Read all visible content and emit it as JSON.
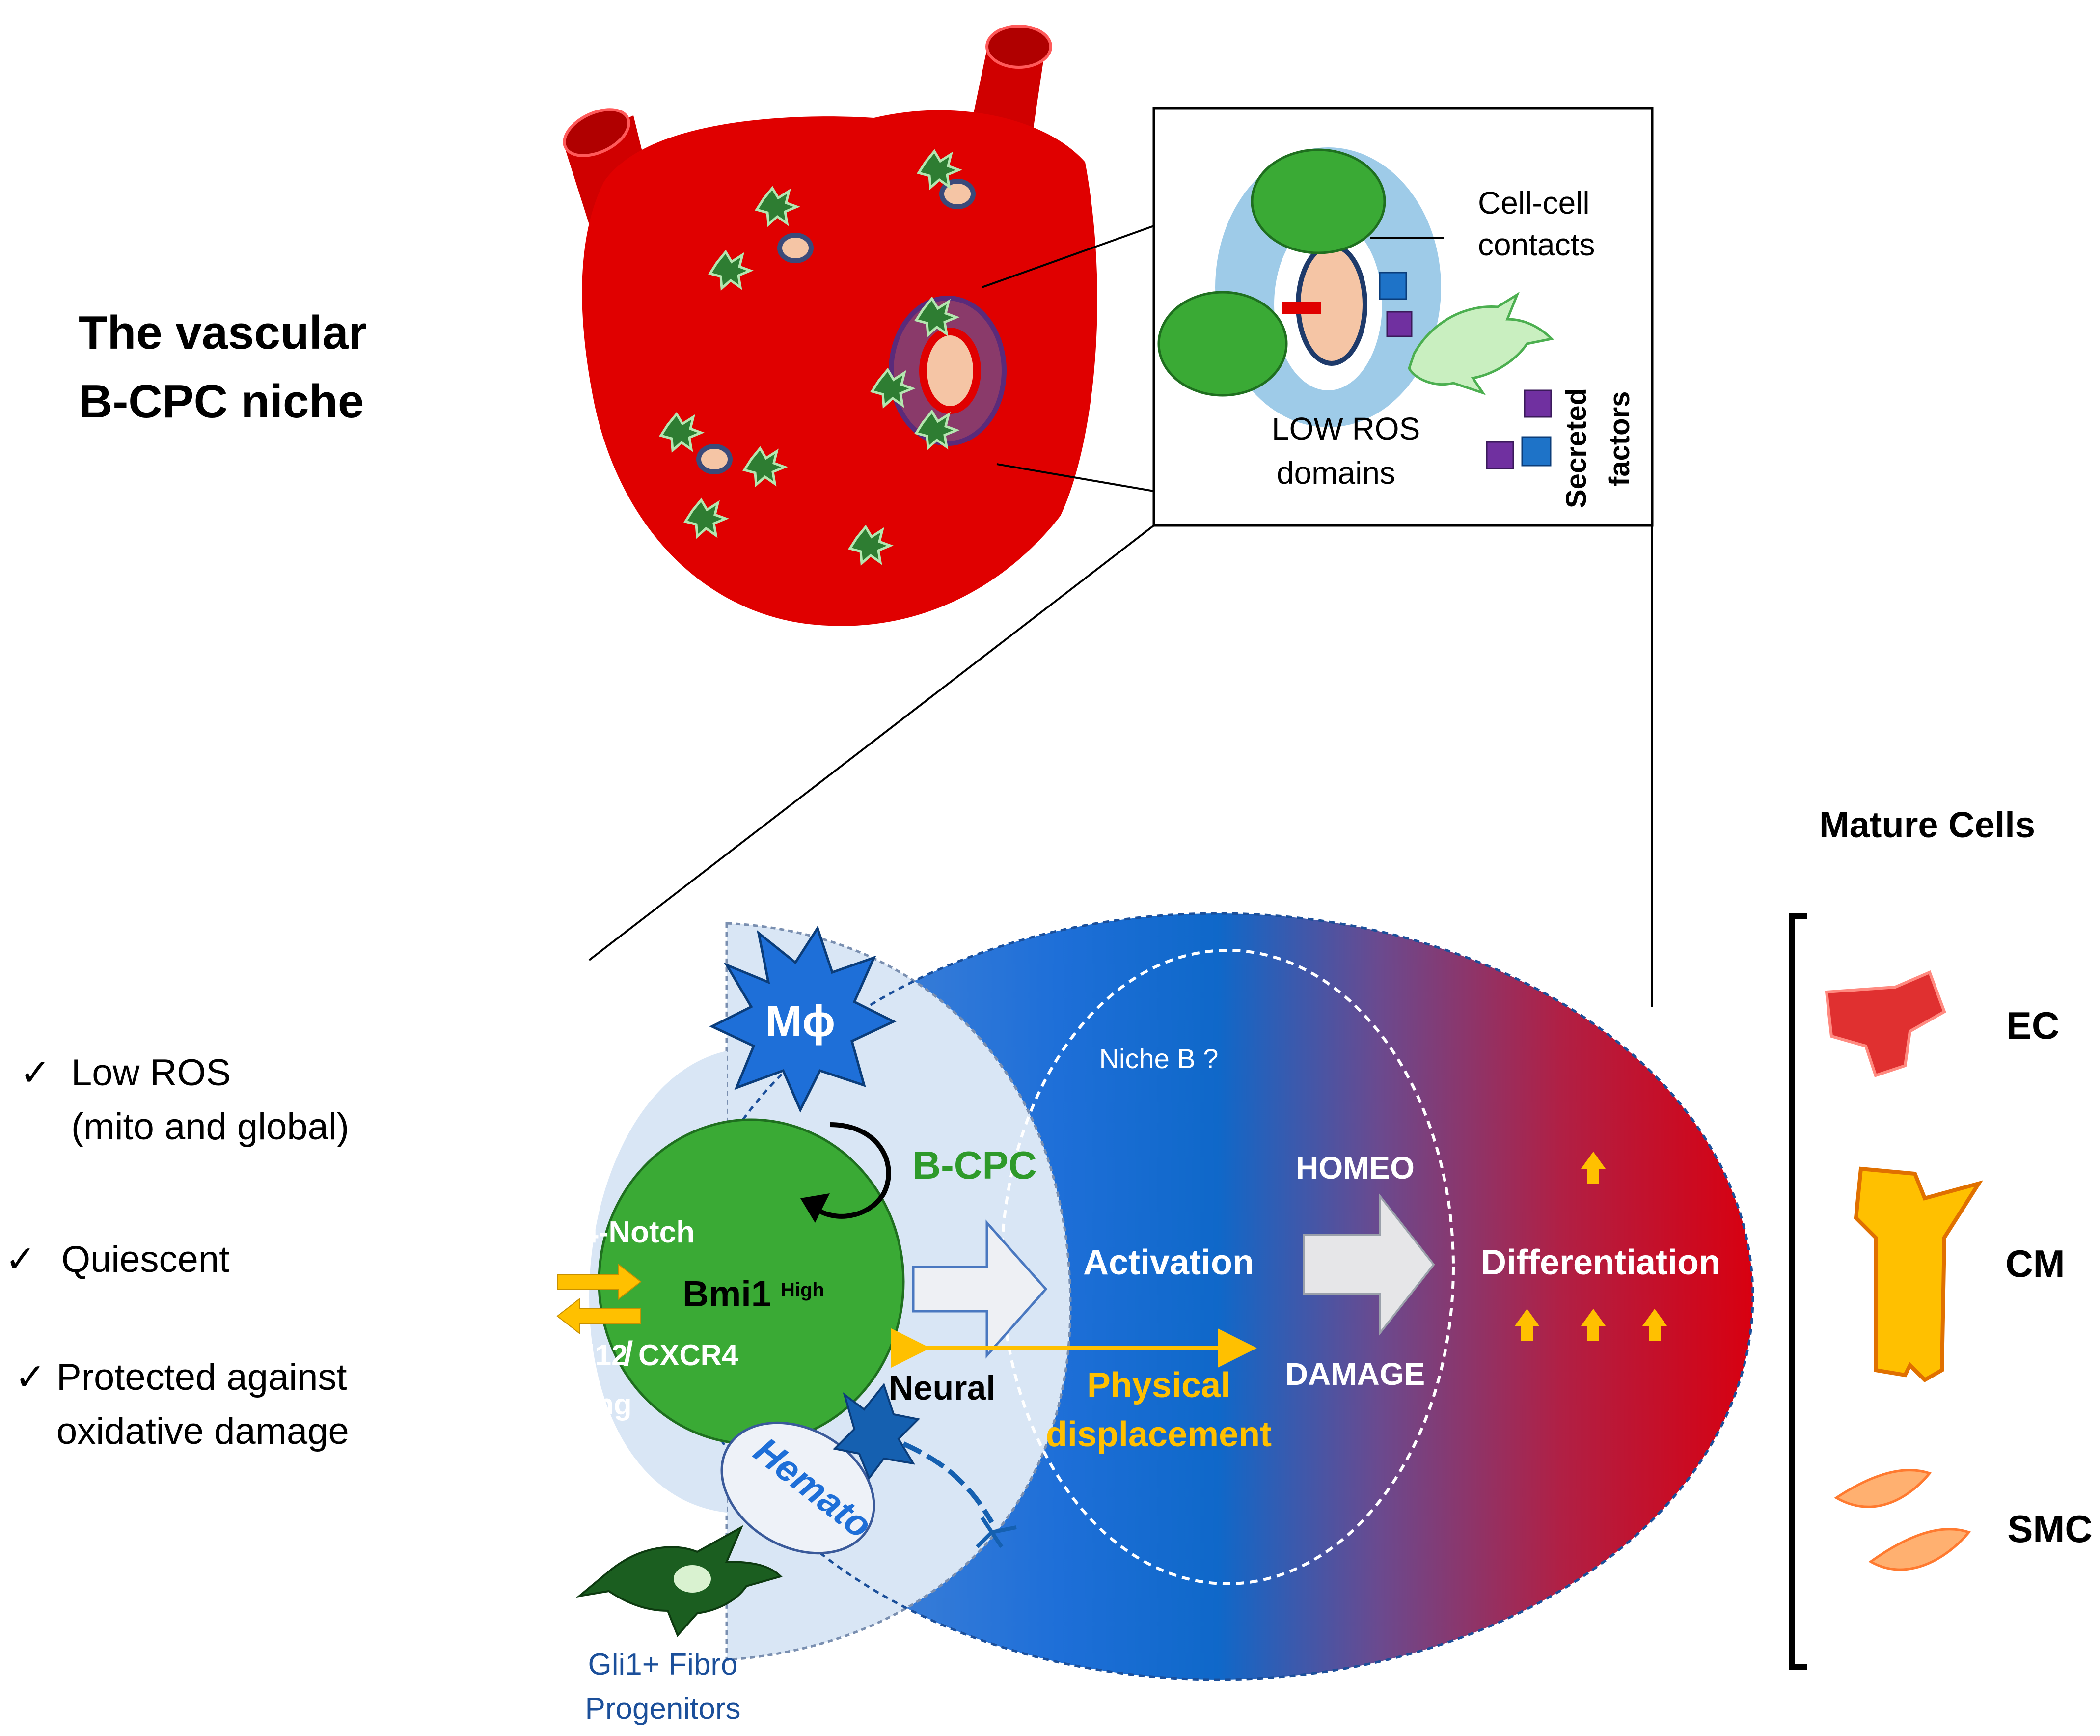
{
  "title": {
    "line1": "The vascular",
    "line2": "B-CPC niche"
  },
  "inset": {
    "cell_contacts_line1": "Cell-cell",
    "cell_contacts_line2": "contacts",
    "low_ros_line1": "LOW ROS",
    "low_ros_line2": "domains",
    "secreted_line1": "Secreted",
    "secreted_line2": "factors"
  },
  "properties": [
    {
      "check": "✓",
      "line1": "Low ROS",
      "line2": "(mito and global)"
    },
    {
      "check": "✓",
      "line1": "Quiescent",
      "line2": ""
    },
    {
      "check": "✓",
      "line1": "Protected against",
      "line2": "oxidative damage"
    }
  ],
  "niche": {
    "ec": "EC",
    "macrophage": "Mϕ",
    "bcpc": "B-CPC",
    "dll4": "Dll4-Notch",
    "bmi1": "Bmi1",
    "bmi1_sup": "High",
    "cxcl12": "Cxcl12",
    "slash": "/",
    "cxcr4": "CXCR4",
    "ang": "Ang",
    "neural": "Neural",
    "hemato": "Hemato",
    "gli1_line1": "Gli1+ Fibro",
    "gli1_line2": "Progenitors",
    "niche_b": "Niche B ?",
    "homeo": "HOMEO",
    "activation": "Activation",
    "damage": "DAMAGE",
    "differentiation": "Differentiation",
    "physical_line1": "Physical",
    "physical_line2": "displacement"
  },
  "mature": {
    "title": "Mature Cells",
    "ec": "EC",
    "cm": "CM",
    "smc": "SMC"
  },
  "colors": {
    "red": "#e00000",
    "green": "#3aaa35",
    "blue": "#1565c0",
    "light_blue": "#d9e6f5",
    "orange": "#ffc000"
  }
}
